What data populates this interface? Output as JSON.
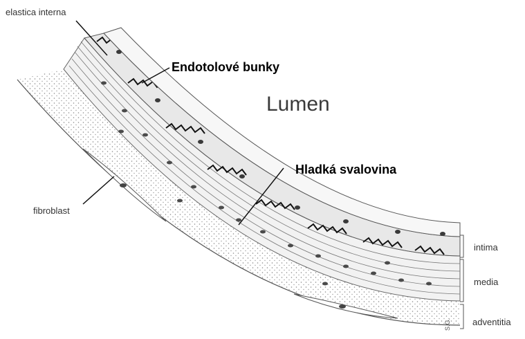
{
  "labels": {
    "elastica_interna": "elastica interna",
    "endothelial_cells": "Endotolové bunky",
    "lumen": "Lumen",
    "smooth_muscle": "Hladká svalovina",
    "fibroblast": "fibroblast",
    "intima": "intima",
    "media": "media",
    "adventitia": "adventitia",
    "signature": "S.G."
  }
}
